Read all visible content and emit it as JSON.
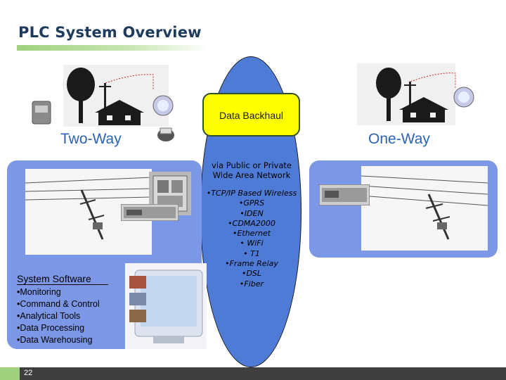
{
  "slide": {
    "title": "PLC System Overview",
    "page_number": "22"
  },
  "labels": {
    "two_way": "Two-Way",
    "one_way": "One-Way",
    "data_backhaul": "Data Backhaul"
  },
  "backhaul": {
    "via_line1": "via Public or  Private",
    "via_line2": "Wide Area Network",
    "items": [
      "•TCP/IP Based Wireless",
      "•GPRS",
      "•IDEN",
      "•CDMA2000",
      "•Ethernet",
      "• WiFi",
      "• T1",
      "•Frame Relay",
      "•DSL",
      "•Fiber"
    ]
  },
  "system_software": {
    "title": "System Software",
    "items": [
      "•Monitoring",
      "•Command & Control",
      "•Analytical Tools",
      "•Data Processing",
      "•Data Warehousing"
    ]
  },
  "colors": {
    "title": "#1e3a5c",
    "accent_green": "#9fd17e",
    "panel_blue": "#7c97e6",
    "ellipse_blue": "#4e7bd6",
    "backhaul_yellow": "#ffff00",
    "way_label_blue": "#2a63b8"
  }
}
